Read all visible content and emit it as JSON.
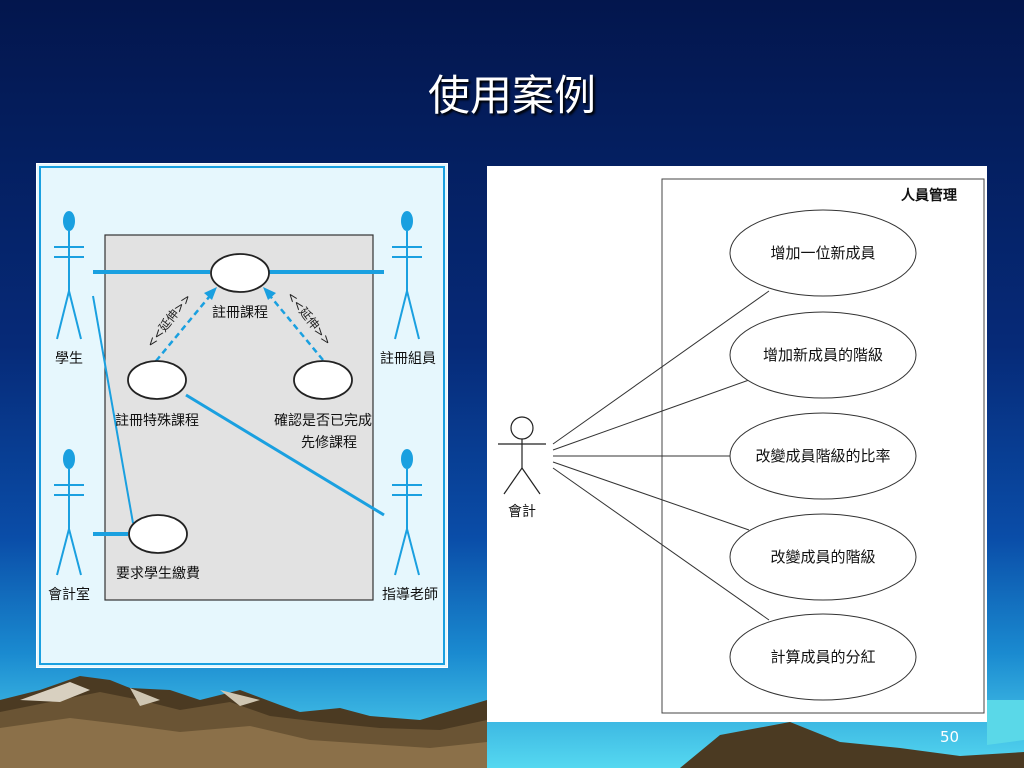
{
  "slide": {
    "title": "使用案例",
    "page_number": "50"
  },
  "left_diagram": {
    "actors": {
      "student": "學生",
      "registrar": "註冊組員",
      "accounting": "會計室",
      "advisor": "指導老師"
    },
    "use_cases": {
      "register": "註冊課程",
      "register_special": "註冊特殊課程",
      "check_prereq_line1": "確認是否已完成",
      "check_prereq_line2": "先修課程",
      "bill_student": "要求學生繳費"
    },
    "extend_label": "<<延伸>>"
  },
  "right_diagram": {
    "system_name": "人員管理",
    "actor": "會計",
    "use_cases": [
      "增加一位新成員",
      "增加新成員的階級",
      "改變成員階級的比率",
      "改變成員的階級",
      "計算成員的分紅"
    ]
  },
  "colors": {
    "left_accent": "#1aa0e0",
    "left_background": "#e6f7fd",
    "left_system": "#e2e2e2"
  }
}
